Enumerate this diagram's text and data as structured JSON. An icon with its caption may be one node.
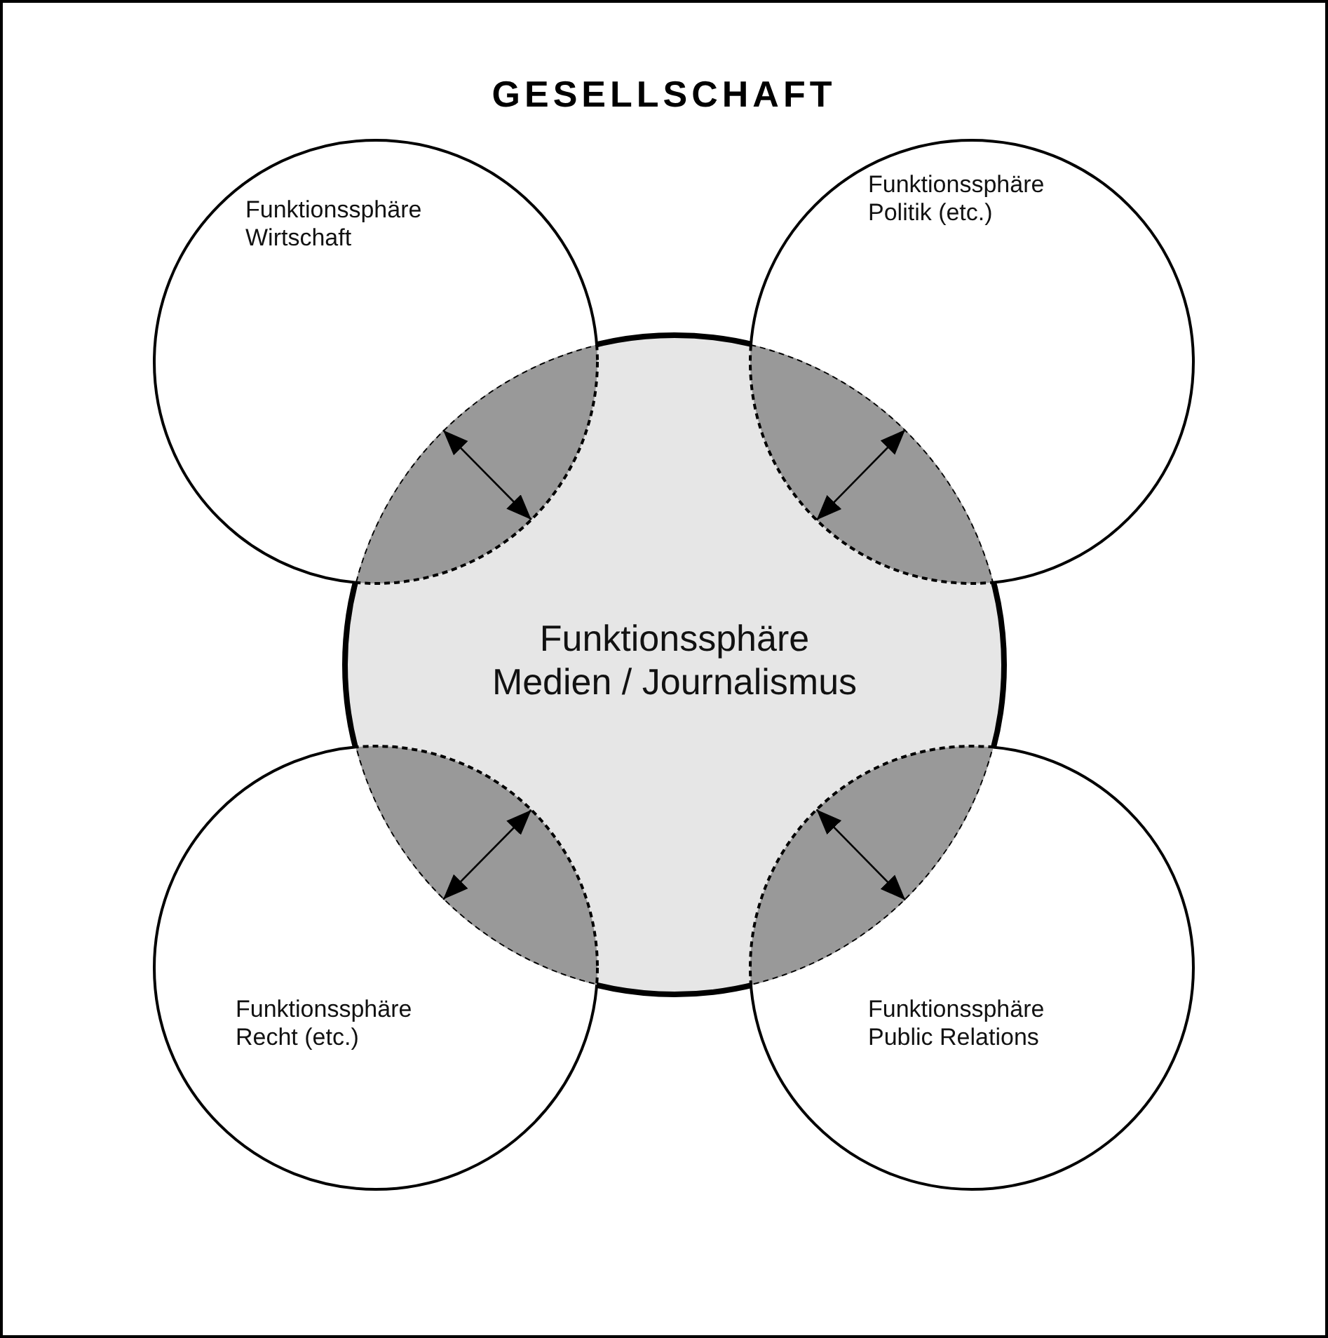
{
  "diagram": {
    "nodes": [
      {
        "text": [
          "GESELLSCHAFT"
        ]
      },
      {
        "text": [
          "Funktionssphäre Wirtschaft"
        ],
        "in": 0
      },
      {
        "text": [
          "Funktionssphäre Politik (etc.)"
        ],
        "in": 0
      },
      {
        "text": [
          "Funktionssphäre Medien / Journalismus"
        ],
        "in": 0
      },
      {
        "text": [
          "Funktionssphäre Recht (etc.)"
        ],
        "in": 0
      },
      {
        "text": [
          "Funktionssphäre Public Relations"
        ],
        "in": 0
      }
    ],
    "edges": [
      {
        "from": 1,
        "to": 3,
        "arrow": "both"
      },
      {
        "from": 2,
        "to": 3,
        "arrow": "both"
      },
      {
        "from": 4,
        "to": 3,
        "arrow": "both"
      },
      {
        "from": 5,
        "to": 3,
        "arrow": "both"
      }
    ]
  }
}
